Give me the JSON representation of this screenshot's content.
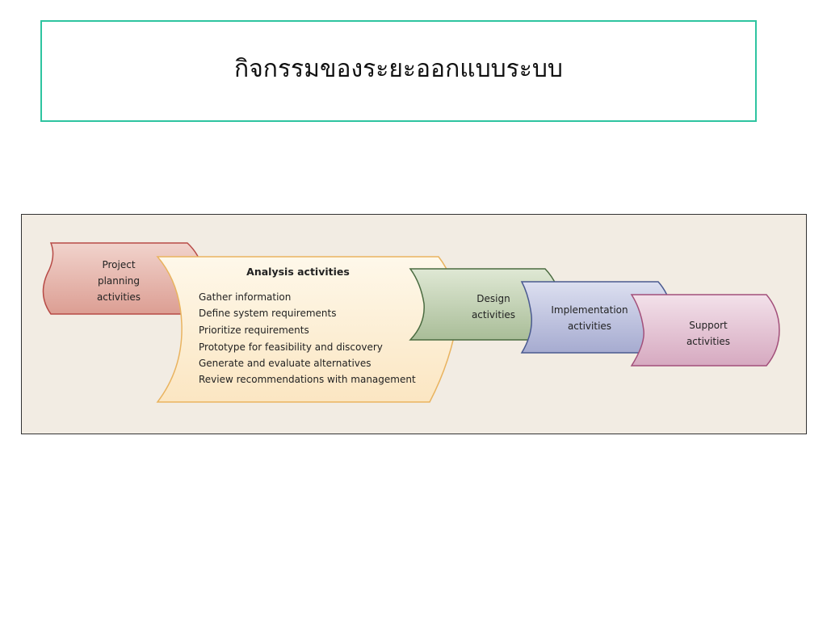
{
  "slide": {
    "title": "กิจกรรมของระยะออกแบบระบบ"
  },
  "diagram": {
    "stages": [
      {
        "id": "planning",
        "lines": [
          "Project",
          "planning",
          "activities"
        ],
        "color": "#e8b8ae",
        "stroke": "#b74a46"
      },
      {
        "id": "analysis",
        "heading": "Analysis activities",
        "items": [
          "Gather information",
          "Define system requirements",
          "Prioritize requirements",
          "Prototype for feasibility and discovery",
          "Generate and evaluate alternatives",
          "Review recommendations with management"
        ],
        "color": "#fdf1d8",
        "stroke": "#e9b35f"
      },
      {
        "id": "design",
        "lines": [
          "Design",
          "activities"
        ],
        "color": "#c9d5bd",
        "stroke": "#4a6b40"
      },
      {
        "id": "implementation",
        "lines": [
          "Implementation",
          "activities"
        ],
        "color": "#c4c8e0",
        "stroke": "#4a5a90"
      },
      {
        "id": "support",
        "lines": [
          "Support",
          "activities"
        ],
        "color": "#e6c9d8",
        "stroke": "#a24f7a"
      }
    ]
  }
}
